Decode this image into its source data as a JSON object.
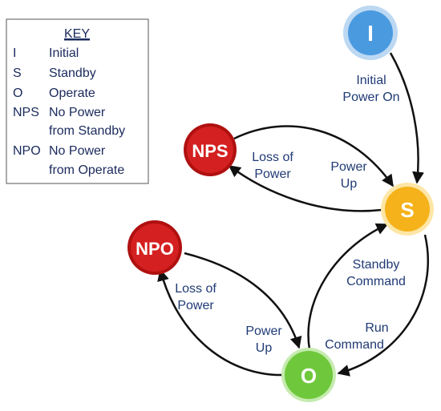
{
  "key": {
    "title": "KEY",
    "entries": [
      {
        "abbr": "I",
        "desc": [
          "Initial"
        ]
      },
      {
        "abbr": "S",
        "desc": [
          "Standby"
        ]
      },
      {
        "abbr": "O",
        "desc": [
          "Operate"
        ]
      },
      {
        "abbr": "NPS",
        "desc": [
          "No Power",
          "from Standby"
        ]
      },
      {
        "abbr": "NPO",
        "desc": [
          "No Power",
          "from Operate"
        ]
      }
    ]
  },
  "nodes": {
    "I": {
      "label": "I",
      "color": "#4a9ae0",
      "ring": "#bcd8f2"
    },
    "S": {
      "label": "S",
      "color": "#f5b21a",
      "ring": "#fde6a6"
    },
    "O": {
      "label": "O",
      "color": "#6fc83c",
      "ring": "#c6ebb0"
    },
    "NPS": {
      "label": "NPS",
      "color": "#d42020",
      "ring": "#b01010"
    },
    "NPO": {
      "label": "NPO",
      "color": "#d42020",
      "ring": "#b01010"
    }
  },
  "edges": {
    "i_to_s": [
      "Initial",
      "Power On"
    ],
    "s_to_nps": [
      "Loss of",
      "Power"
    ],
    "nps_to_s": [
      "Power",
      "Up"
    ],
    "o_to_s": [
      "Standby",
      "Command"
    ],
    "s_to_o": [
      "Run",
      "Command"
    ],
    "o_to_npo": [
      "Loss of",
      "Power"
    ],
    "npo_to_o": [
      "Power",
      "Up"
    ]
  }
}
